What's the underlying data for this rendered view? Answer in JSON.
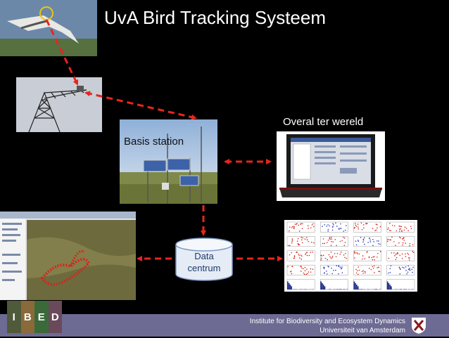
{
  "title": "UvA Bird Tracking Systeem",
  "labels": {
    "basis_station": "Basis station",
    "overal": "Overal ter wereld",
    "data_centrum_line1": "Data",
    "data_centrum_line2": "centrum"
  },
  "footer": {
    "institute": "Institute for Biodiversity and Ecosystem Dynamics",
    "university": "Universiteit van Amsterdam"
  },
  "ibed_letters": [
    "I",
    "B",
    "E",
    "D"
  ],
  "colors": {
    "arrow": "#e8251c",
    "footer": "#6d6a93",
    "tracker_ring": "#e8c31c"
  }
}
